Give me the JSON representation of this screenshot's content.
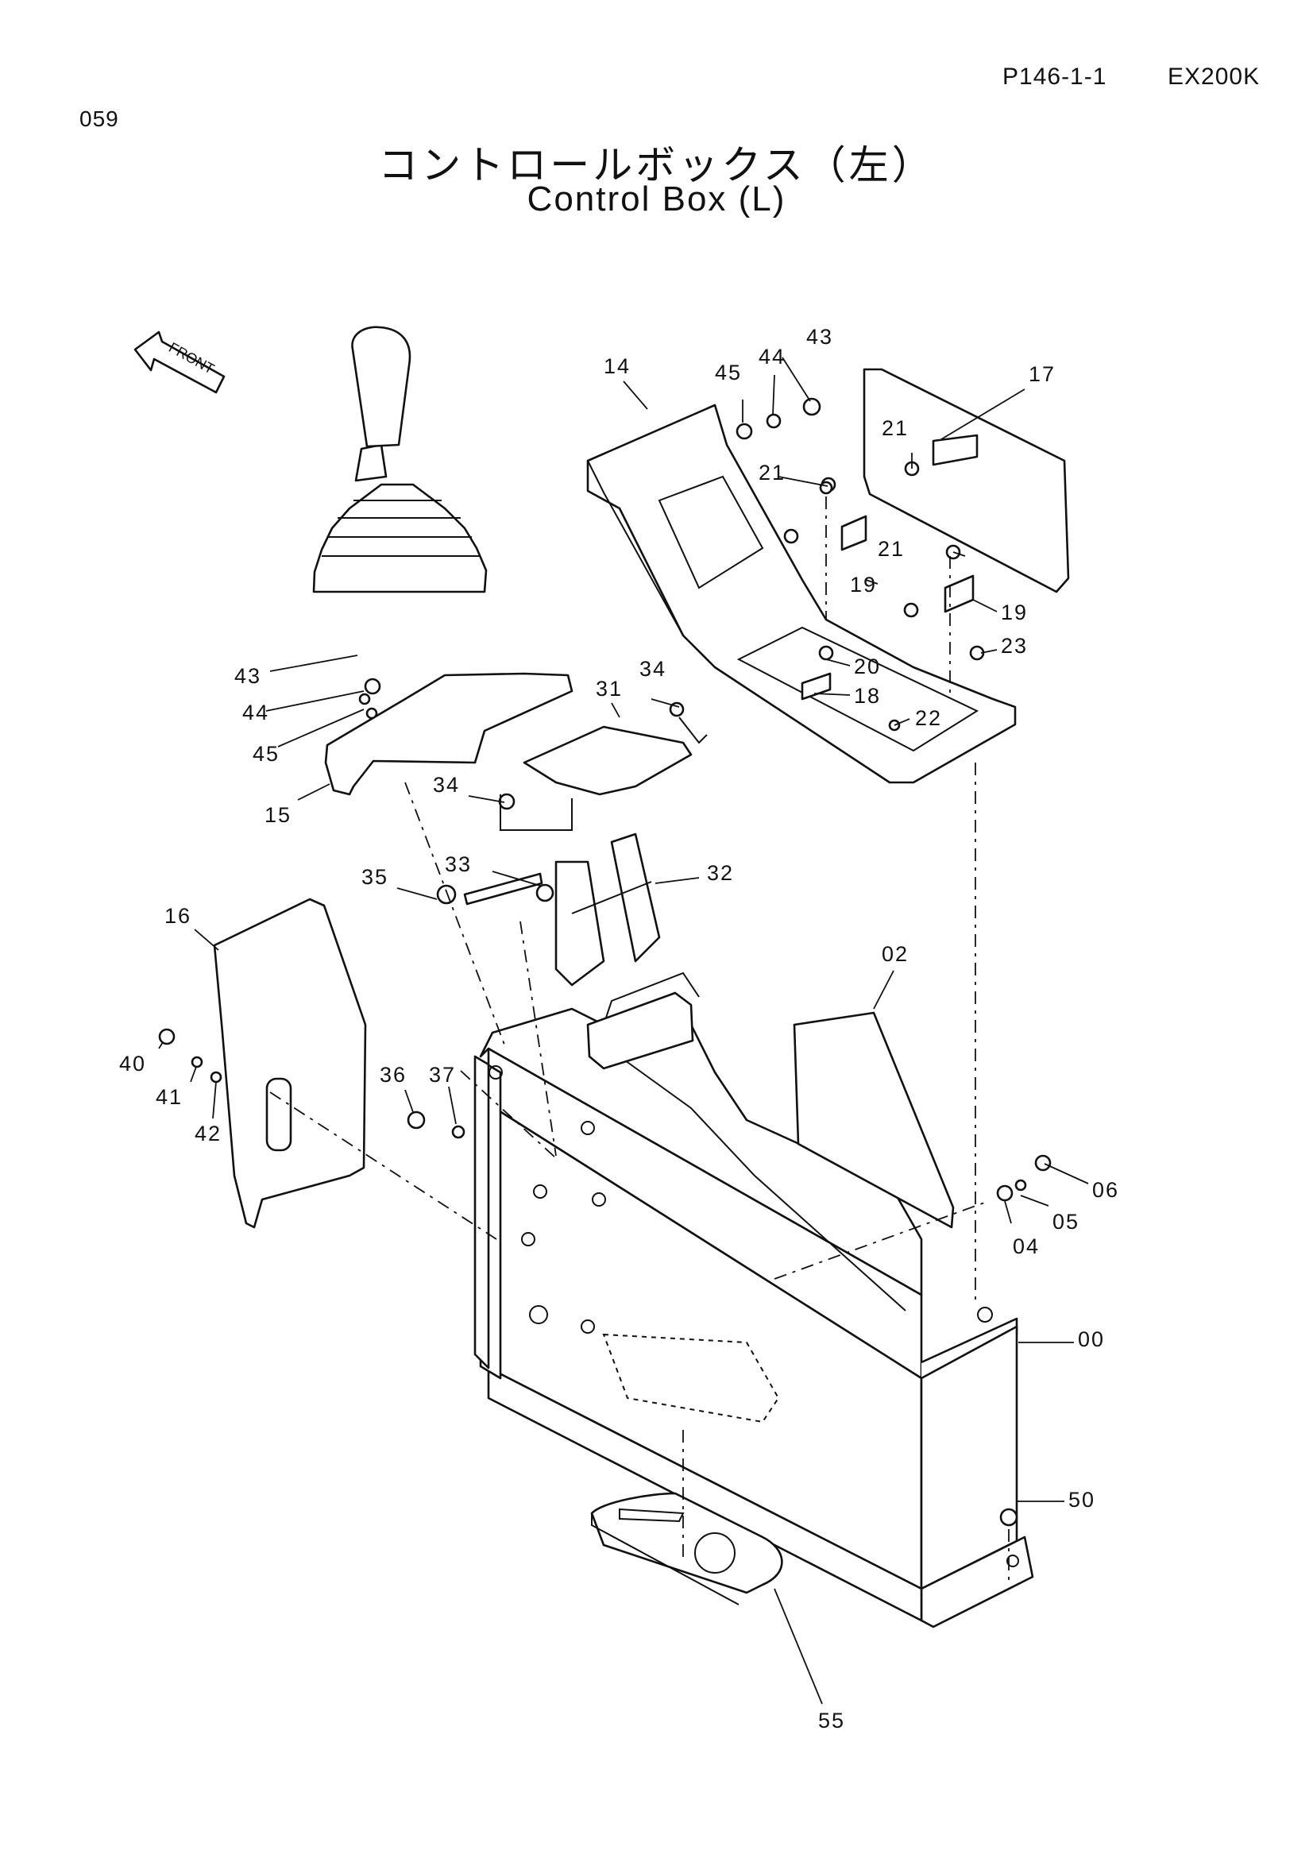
{
  "header": {
    "page_code": "P146-1-1",
    "model": "EX200K",
    "page_number": "059"
  },
  "title": {
    "japanese": "コントロールボックス（左）",
    "english": "Control Box (L)"
  },
  "front_marker": "FRONT",
  "callouts": [
    {
      "id": "c00",
      "label": "00"
    },
    {
      "id": "c02",
      "label": "02"
    },
    {
      "id": "c04",
      "label": "04"
    },
    {
      "id": "c05",
      "label": "05"
    },
    {
      "id": "c06",
      "label": "06"
    },
    {
      "id": "c14",
      "label": "14"
    },
    {
      "id": "c15",
      "label": "15"
    },
    {
      "id": "c16",
      "label": "16"
    },
    {
      "id": "c17",
      "label": "17"
    },
    {
      "id": "c18",
      "label": "18"
    },
    {
      "id": "c19a",
      "label": "19"
    },
    {
      "id": "c19b",
      "label": "19"
    },
    {
      "id": "c20",
      "label": "20"
    },
    {
      "id": "c21a",
      "label": "21"
    },
    {
      "id": "c21b",
      "label": "21"
    },
    {
      "id": "c21c",
      "label": "21"
    },
    {
      "id": "c22",
      "label": "22"
    },
    {
      "id": "c23",
      "label": "23"
    },
    {
      "id": "c31",
      "label": "31"
    },
    {
      "id": "c32",
      "label": "32"
    },
    {
      "id": "c33",
      "label": "33"
    },
    {
      "id": "c34a",
      "label": "34"
    },
    {
      "id": "c34b",
      "label": "34"
    },
    {
      "id": "c35",
      "label": "35"
    },
    {
      "id": "c36",
      "label": "36"
    },
    {
      "id": "c37",
      "label": "37"
    },
    {
      "id": "c40",
      "label": "40"
    },
    {
      "id": "c41",
      "label": "41"
    },
    {
      "id": "c42",
      "label": "42"
    },
    {
      "id": "c43a",
      "label": "43"
    },
    {
      "id": "c43b",
      "label": "43"
    },
    {
      "id": "c44a",
      "label": "44"
    },
    {
      "id": "c44b",
      "label": "44"
    },
    {
      "id": "c45a",
      "label": "45"
    },
    {
      "id": "c45b",
      "label": "45"
    },
    {
      "id": "c50",
      "label": "50"
    },
    {
      "id": "c55",
      "label": "55"
    }
  ]
}
